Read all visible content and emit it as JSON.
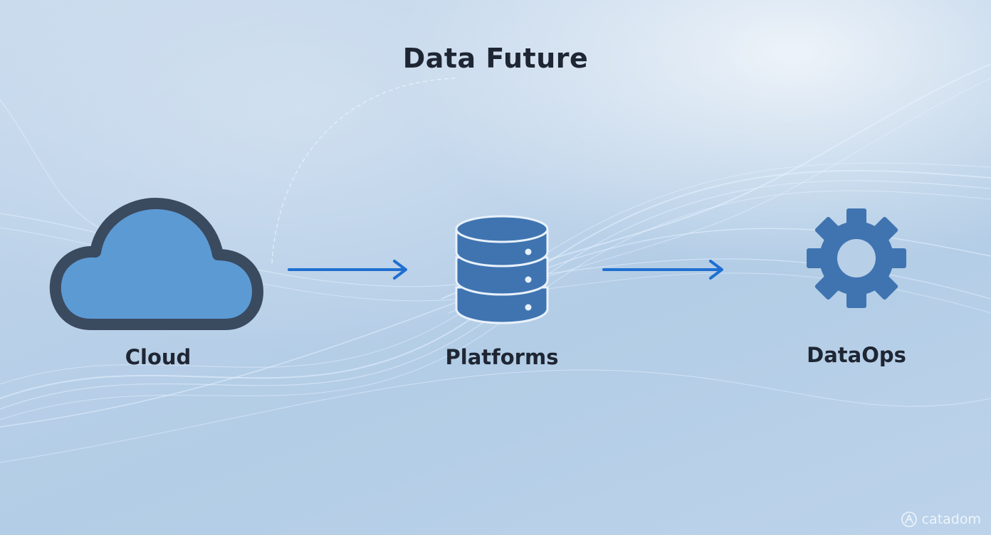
{
  "title": "Data Future",
  "nodes": [
    {
      "label": "Cloud",
      "icon": "cloud-icon"
    },
    {
      "label": "Platforms",
      "icon": "database-icon"
    },
    {
      "label": "DataOps",
      "icon": "gear-icon"
    }
  ],
  "watermark": "catadom",
  "colors": {
    "arrow": "#1f6fd1",
    "icon_fill": "#3f74b0",
    "cloud_fill": "#5c9ad4",
    "cloud_outline": "#3a4a5f",
    "text": "#1f2633"
  }
}
